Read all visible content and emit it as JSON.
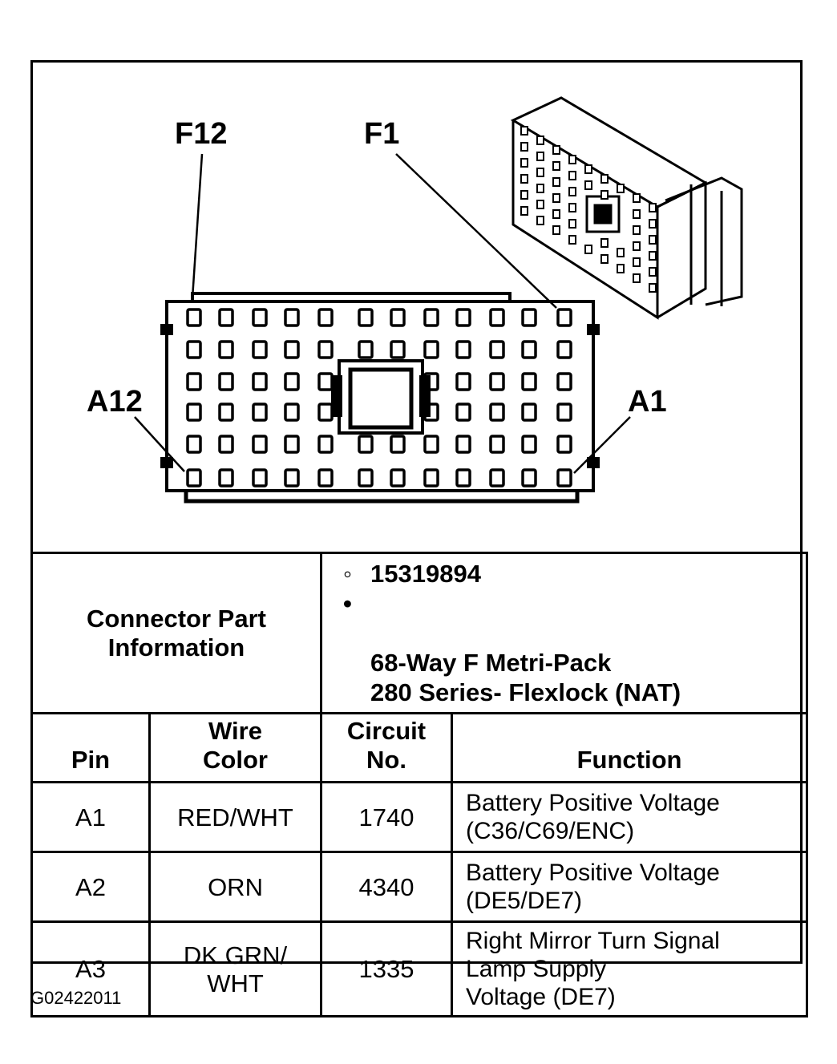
{
  "labels": {
    "f12": "F12",
    "f1": "F1",
    "a12": "A12",
    "a1": "A1"
  },
  "connector_info": {
    "label": "Connector Part\nInformation",
    "items": [
      {
        "bullet": "◦",
        "text": "15319894"
      },
      {
        "bullet": "•",
        "text": "68-Way F Metri-Pack\n280 Series- Flexlock (NAT)"
      }
    ]
  },
  "table": {
    "headers": {
      "pin": "Pin",
      "wire_color": "Wire\nColor",
      "circuit": "Circuit\nNo.",
      "function": "Function"
    },
    "rows": [
      {
        "pin": "A1",
        "wire_color": "RED/WHT",
        "circuit": "1740",
        "function": "Battery Positive Voltage\n(C36/C69/ENC)"
      },
      {
        "pin": "A2",
        "wire_color": "ORN",
        "circuit": "4340",
        "function": "Battery Positive Voltage\n(DE5/DE7)"
      },
      {
        "pin": "A3",
        "wire_color": "DK GRN/\nWHT",
        "circuit": "1335",
        "function": "Right Mirror Turn Signal\nLamp Supply\nVoltage (DE7)"
      }
    ]
  },
  "footer": {
    "code": "G02422011"
  }
}
